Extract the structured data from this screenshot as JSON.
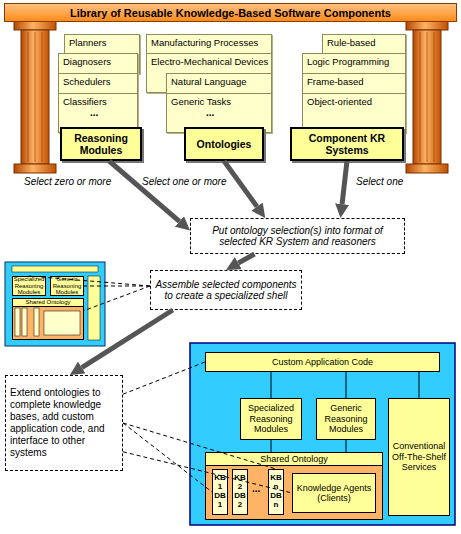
{
  "diagram": {
    "nodes": [
      {
        "text": [
          "Library of Reusable Knowledge-Based Software Components"
        ]
      },
      {
        "text": [
          "Planners"
        ]
      },
      {
        "text": [
          "Diagnosers"
        ]
      },
      {
        "text": [
          "Schedulers"
        ]
      },
      {
        "text": [
          "Classifiers"
        ]
      },
      {
        "text": [
          "Reasoning Modules"
        ]
      },
      {
        "text": [
          "Manufacturing Processes"
        ]
      },
      {
        "text": [
          "Electro-Mechanical Devices"
        ]
      },
      {
        "text": [
          "Natural Language"
        ]
      },
      {
        "text": [
          "Generic Tasks"
        ]
      },
      {
        "text": [
          "Ontologies"
        ]
      },
      {
        "text": [
          "Rule-based"
        ]
      },
      {
        "text": [
          "Logic Programming"
        ]
      },
      {
        "text": [
          "Frame-based"
        ]
      },
      {
        "text": [
          "Object-oriented"
        ]
      },
      {
        "text": [
          "Component KR Systems"
        ]
      },
      {
        "text": [
          "Put ontology selection(s) into format of selected KR System and reasoners"
        ]
      },
      {
        "text": [
          "Assemble selected components to create a specialized shell"
        ]
      },
      {
        "text": [
          "Specialized Reasoning Modules"
        ]
      },
      {
        "text": [
          "Generic Reasoning Modules"
        ]
      },
      {
        "text": [
          "Shared Ontology"
        ]
      },
      {
        "text": [
          "Extend ontologies to complete knowledge bases, add custom application code, and interface to other systems"
        ]
      },
      {
        "text": [
          "Custom Application Code"
        ]
      },
      {
        "text": [
          "Specialized Reasoning Modules"
        ]
      },
      {
        "text": [
          "Generic Reasoning Modules"
        ]
      },
      {
        "text": [
          "Conventional Off-The-Shelf Services"
        ]
      },
      {
        "text": [
          "Shared Ontology"
        ]
      },
      {
        "text": [
          "KB 1",
          "DB 1"
        ],
        "in": 26
      },
      {
        "text": [
          "KB 2",
          "DB 2"
        ],
        "in": 26
      },
      {
        "text": [
          "KB n",
          "DB n"
        ],
        "in": 26
      },
      {
        "text": [
          "Knowledge Agents (Clients)"
        ],
        "in": 26
      }
    ],
    "edges": [
      {
        "from": 5,
        "to": 16,
        "arrow": "to"
      },
      {
        "from": 10,
        "to": 16,
        "arrow": "to"
      },
      {
        "from": 15,
        "to": 16,
        "arrow": "to"
      },
      {
        "from": 16,
        "to": 17,
        "arrow": "to"
      },
      {
        "from": 17,
        "to": 21,
        "arrow": "to"
      },
      {
        "from": 17,
        "to": 18,
        "arrow": "none"
      },
      {
        "from": 17,
        "to": 19,
        "arrow": "none"
      },
      {
        "from": 17,
        "to": 20,
        "arrow": "none"
      },
      {
        "from": 21,
        "to": 22,
        "arrow": "none"
      },
      {
        "from": 21,
        "to": 27,
        "arrow": "none"
      },
      {
        "from": 21,
        "to": 29,
        "arrow": "none"
      },
      {
        "from": 21,
        "to": 30,
        "arrow": "none"
      },
      {
        "from": 22,
        "to": 23,
        "arrow": "none"
      },
      {
        "from": 22,
        "to": 24,
        "arrow": "none"
      },
      {
        "from": 22,
        "to": 25,
        "arrow": "none"
      },
      {
        "from": 23,
        "to": 26,
        "arrow": "none"
      },
      {
        "from": 24,
        "to": 26,
        "arrow": "none"
      }
    ],
    "labels": [
      "...",
      "...",
      "Select zero or more",
      "Select one or more",
      "Select one",
      "..."
    ]
  }
}
